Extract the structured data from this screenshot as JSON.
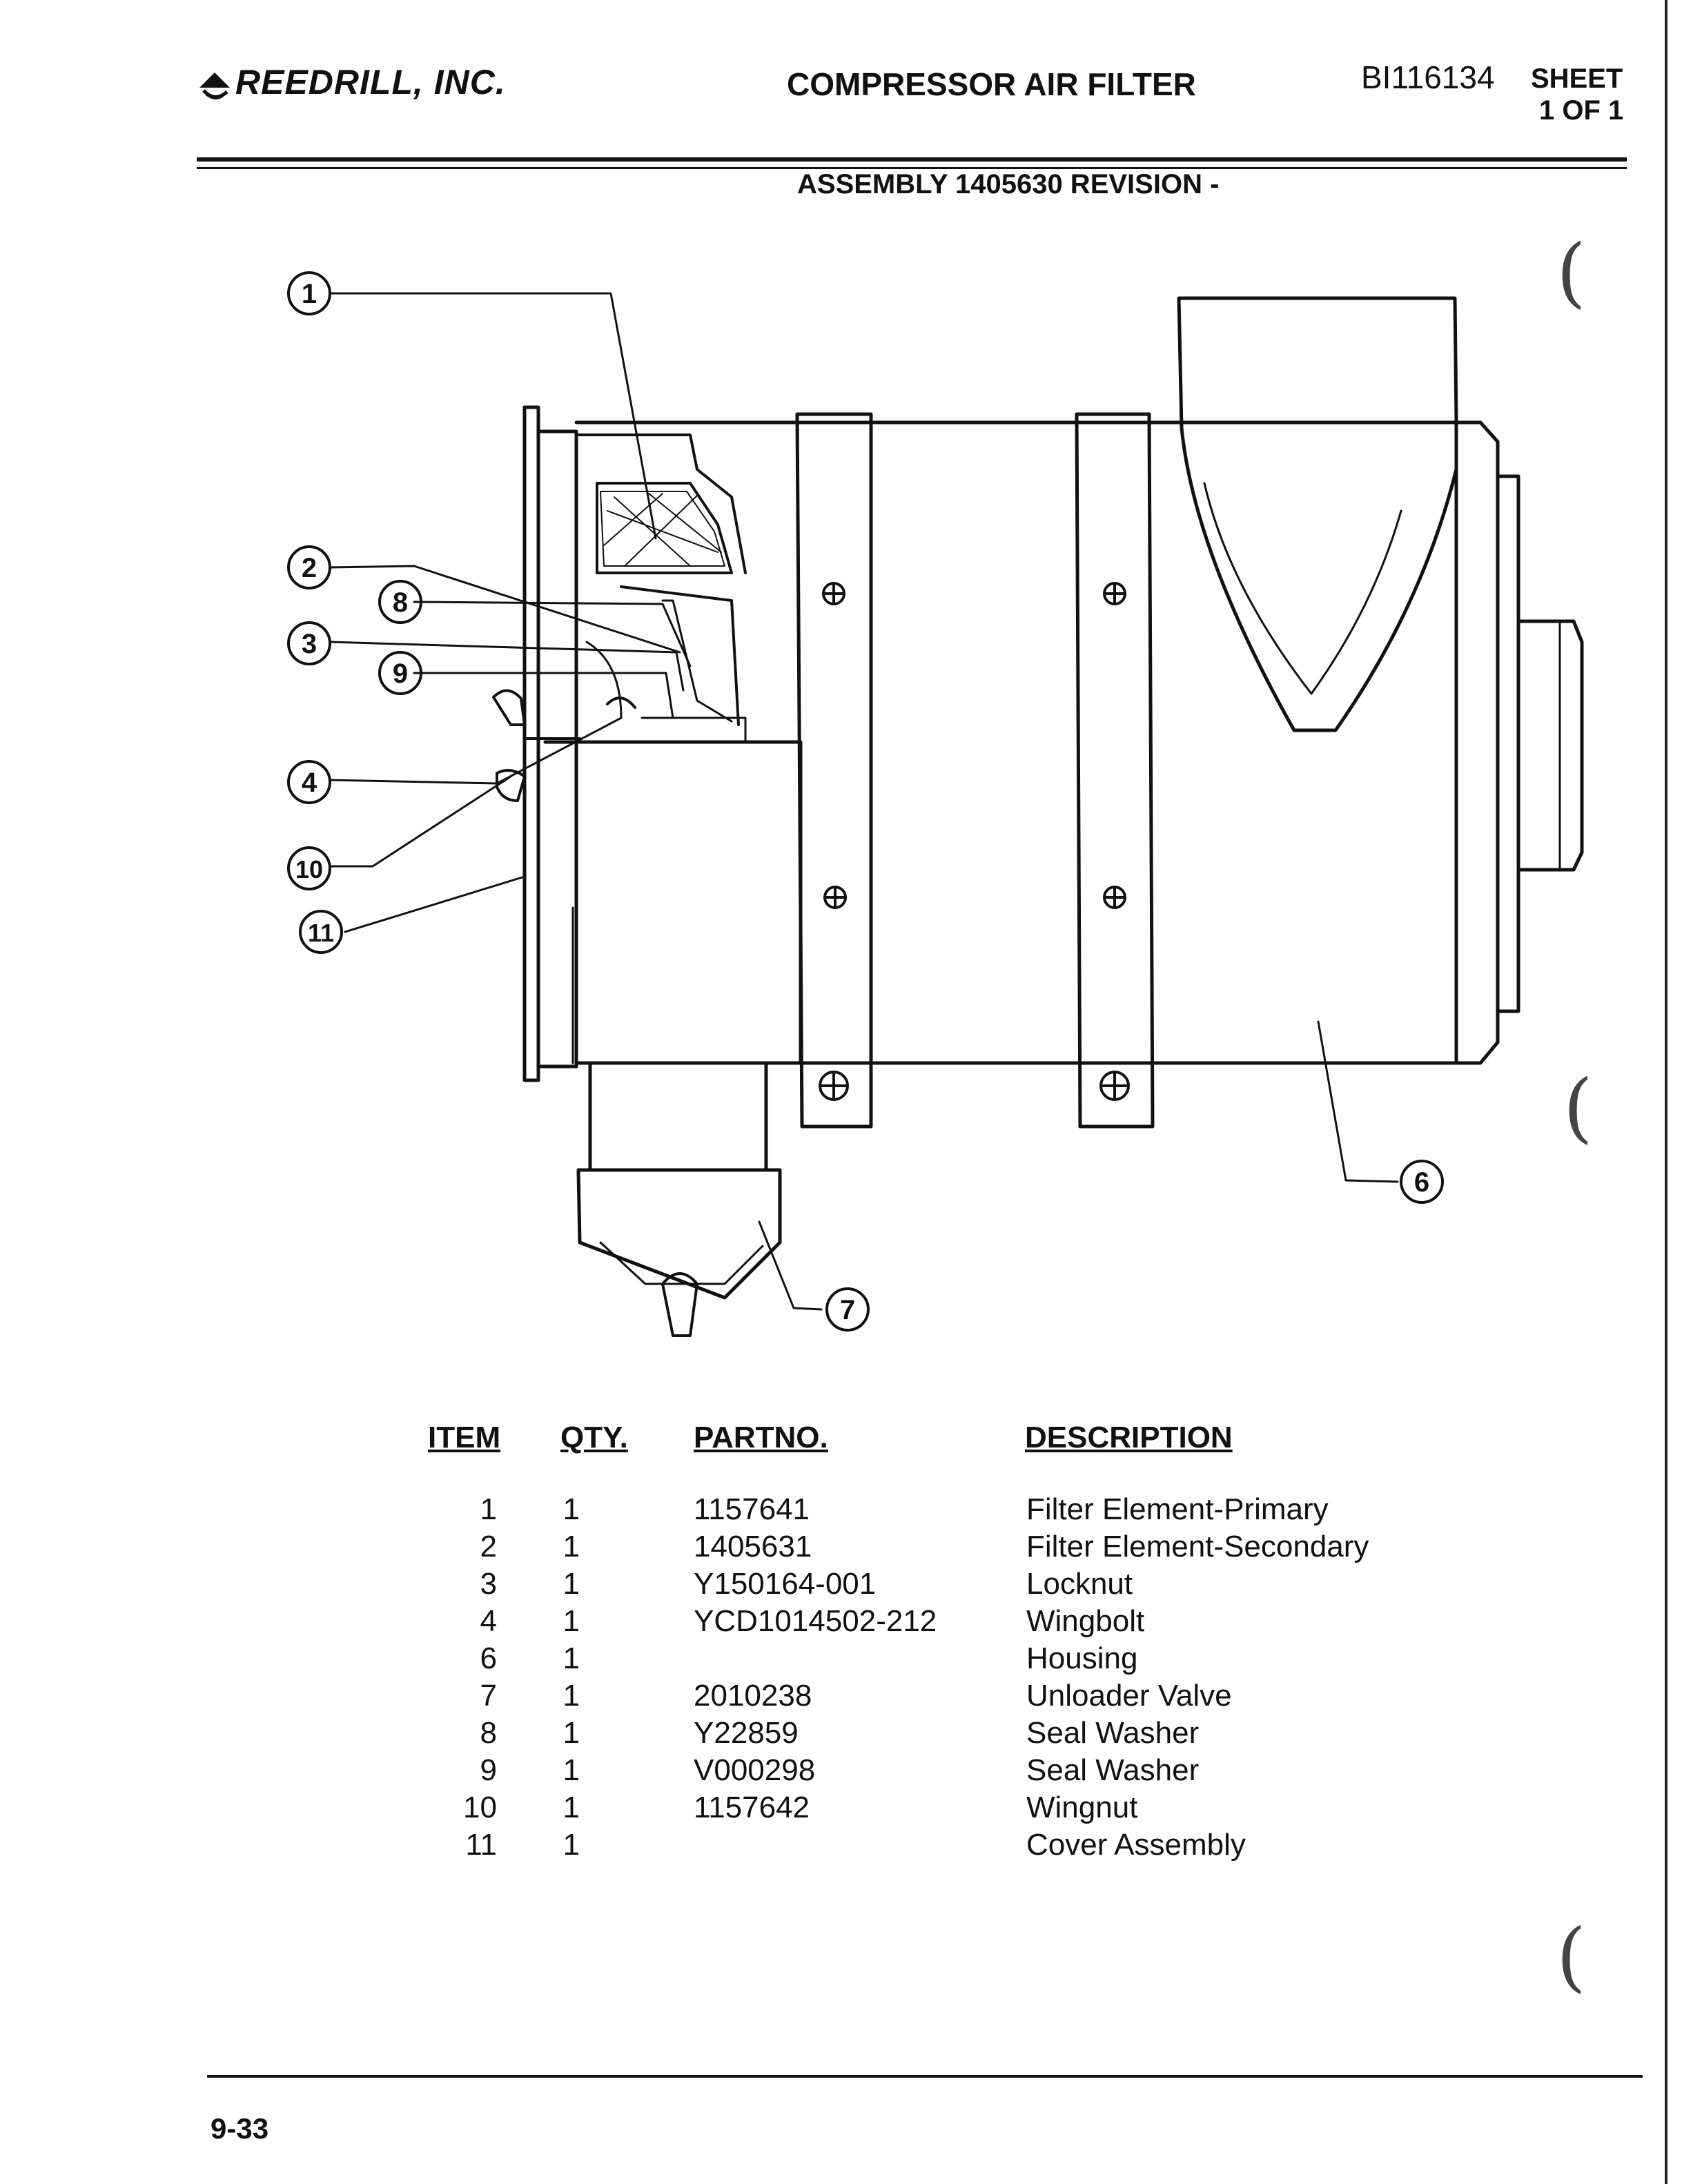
{
  "header": {
    "company": "REEDRILL, INC.",
    "title": "COMPRESSOR AIR FILTER",
    "doc_number": "BI116134",
    "sheet_label": "SHEET",
    "sheet_of": "1 OF 1",
    "assembly": "ASSEMBLY 1405630 REVISION -"
  },
  "callouts": [
    "1",
    "2",
    "3",
    "4",
    "6",
    "7",
    "8",
    "9",
    "10",
    "11"
  ],
  "parts_table": {
    "headers": {
      "item": "ITEM",
      "qty": "QTY.",
      "partno": "PARTNO.",
      "description": "DESCRIPTION"
    },
    "rows": [
      {
        "item": "1",
        "qty": "1",
        "partno": "1157641",
        "description": "Filter Element-Primary"
      },
      {
        "item": "2",
        "qty": "1",
        "partno": "1405631",
        "description": "Filter Element-Secondary"
      },
      {
        "item": "3",
        "qty": "1",
        "partno": "Y150164-001",
        "description": "Locknut"
      },
      {
        "item": "4",
        "qty": "1",
        "partno": "YCD1014502-212",
        "description": "Wingbolt"
      },
      {
        "item": "6",
        "qty": "1",
        "partno": "",
        "description": "Housing"
      },
      {
        "item": "7",
        "qty": "1",
        "partno": "2010238",
        "description": "Unloader Valve"
      },
      {
        "item": "8",
        "qty": "1",
        "partno": "Y22859",
        "description": "Seal Washer"
      },
      {
        "item": "9",
        "qty": "1",
        "partno": "V000298",
        "description": "Seal Washer"
      },
      {
        "item": "10",
        "qty": "1",
        "partno": "1157642",
        "description": "Wingnut"
      },
      {
        "item": "11",
        "qty": "1",
        "partno": "",
        "description": "Cover Assembly"
      }
    ]
  },
  "footer": {
    "page_number": "9-33"
  }
}
